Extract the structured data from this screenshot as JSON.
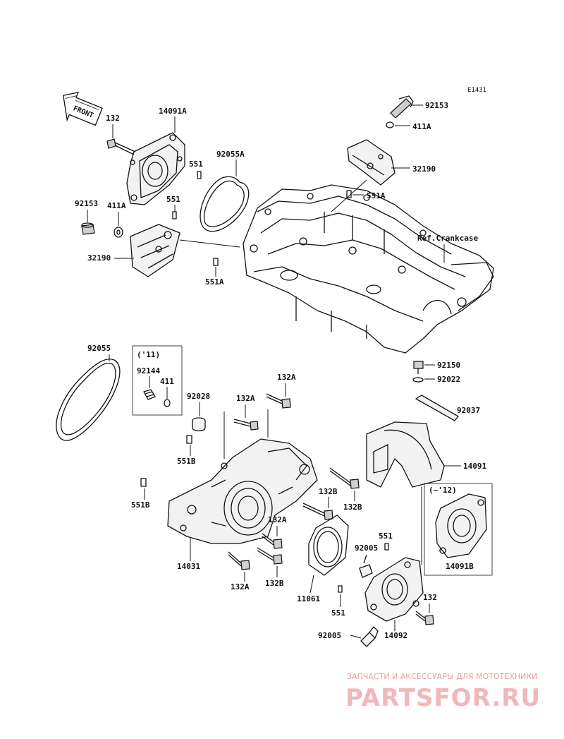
{
  "diagram_code": "E1431",
  "front_label": "FRONT",
  "ref_label": "Ref.Crankcase",
  "year_2011": "('11)",
  "year_2012": "(~'12)",
  "labels": {
    "p132_top": "132",
    "p14091A": "14091A",
    "p92153_right": "92153",
    "p411A_right": "411A",
    "p32190_right": "32190",
    "p551A_top": "551A",
    "p92055A": "92055A",
    "p551_a": "551",
    "p551_b": "551",
    "p92153_left": "92153",
    "p411A_left": "411A",
    "p32190_left": "32190",
    "p551A_bottom": "551A",
    "p92055": "92055",
    "p92144": "92144",
    "p411": "411",
    "p92028": "92028",
    "p132A_1": "132A",
    "p132A_2": "132A",
    "p551B_1": "551B",
    "p551B_2": "551B",
    "p132B_1": "132B",
    "p132B_2": "132B",
    "p132A_3": "132A",
    "p14031": "14031",
    "p132A_4": "132A",
    "p132B_3": "132B",
    "p92150": "92150",
    "p92022": "92022",
    "p92037": "92037",
    "p14091": "14091",
    "p14091B": "14091B",
    "p551_c": "551",
    "p92005_a": "92005",
    "p11061": "11061",
    "p551_d": "551",
    "p132_bottom": "132",
    "p92005_b": "92005",
    "p14092": "14092"
  },
  "watermark": {
    "caption": "ЗАПЧАСТИ И АКСЕССУАРЫ ДЛЯ МОТОТЕХНИКИ",
    "brand": "PARTSFOR.RU"
  }
}
